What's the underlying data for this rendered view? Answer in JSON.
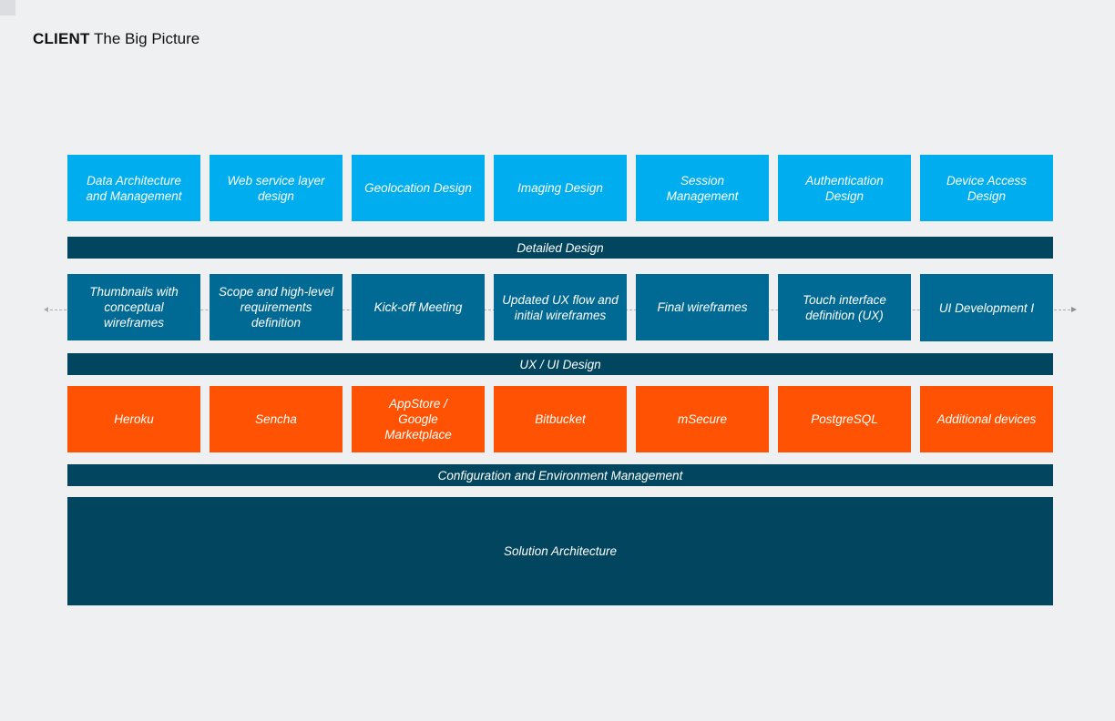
{
  "header": {
    "brand": "CLIENT",
    "title": "The Big Picture"
  },
  "design_boxes": [
    "Data Architecture and Management",
    "Web service layer design",
    "Geolocation Design",
    "Imaging Design",
    "Session Management",
    "Authentication Design",
    "Device Access Design"
  ],
  "detailed_design_bar": "Detailed Design",
  "ux_boxes": [
    "Thumbnails with conceptual wireframes",
    "Scope and high-level requirements definition",
    "Kick-off Meeting",
    "Updated UX flow and initial wireframes",
    "Final wireframes",
    "Touch interface definition (UX)",
    "UI Development I"
  ],
  "ux_bar": "UX / UI Design",
  "config_boxes": [
    "Heroku",
    "Sencha",
    "AppStore / Google Marketplace",
    "Bitbucket",
    "mSecure",
    "PostgreSQL",
    "Additional devices"
  ],
  "config_bar": "Configuration and Environment Management",
  "solution_block": "Solution Architecture",
  "colors": {
    "light_blue": "#00aeef",
    "mid_blue": "#006994",
    "orange": "#ff5202",
    "dark_navy": "#02455e",
    "background": "#eff0f2"
  }
}
